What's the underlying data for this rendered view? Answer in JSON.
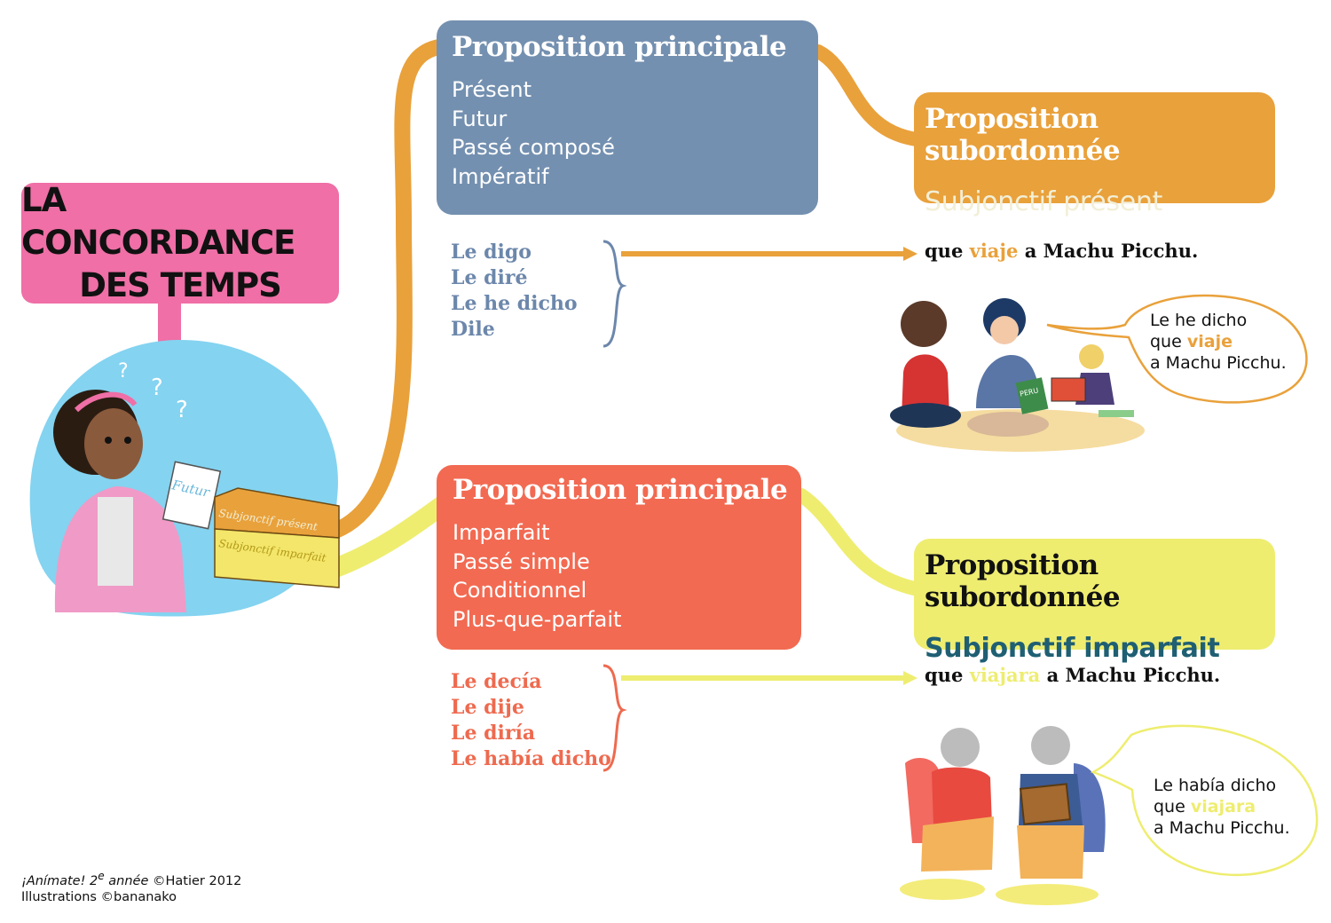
{
  "title": {
    "line1": "LA CONCORDANCE",
    "line2": "DES TEMPS"
  },
  "group_present": {
    "principale_title": "Proposition principale",
    "tenses": [
      "Présent",
      "Futur",
      "Passé composé",
      "Impératif"
    ],
    "subordonnee_title": "Proposition subordonnée",
    "subordonnee_mode": "Subjonctif présent",
    "examples": [
      "Le digo",
      "Le diré",
      "Le he dicho",
      "Dile"
    ],
    "result": {
      "que": "que",
      "verb": "viaje",
      "rest": "a Machu Picchu."
    },
    "speech": {
      "line1": "Le he dicho",
      "que": "que",
      "verb": "viaje",
      "line3": "a Machu Picchu."
    }
  },
  "group_past": {
    "principale_title": "Proposition principale",
    "tenses": [
      "Imparfait",
      "Passé simple",
      "Conditionnel",
      "Plus-que-parfait"
    ],
    "subordonnee_title": "Proposition subordonnée",
    "subordonnee_mode": "Subjonctif imparfait",
    "examples": [
      "Le decía",
      "Le dije",
      "Le diría",
      "Le había dicho"
    ],
    "result": {
      "que": "que",
      "verb": "viajara",
      "rest": "a Machu Picchu."
    },
    "speech": {
      "line1": "Le había dicho",
      "que": "que",
      "verb": "viajara",
      "line3": "a Machu Picchu."
    }
  },
  "illustration": {
    "paper": "Futur",
    "drawer_top": "Subjonctif présent",
    "drawer_bottom": "Subjonctif imparfait",
    "question_mark": "?",
    "book": "PERU"
  },
  "credits": {
    "book": "¡Anímate! 2",
    "ordinal": "e",
    "annee": "année",
    "publisher": "©Hatier 2012",
    "illustrations": "Illustrations ©bananako"
  },
  "colors": {
    "pink": "#ef6fa6",
    "blue": "#7490b0",
    "orange": "#e9a13b",
    "red": "#f26a52",
    "yellow": "#eeed70",
    "teal": "#1f5f73"
  }
}
